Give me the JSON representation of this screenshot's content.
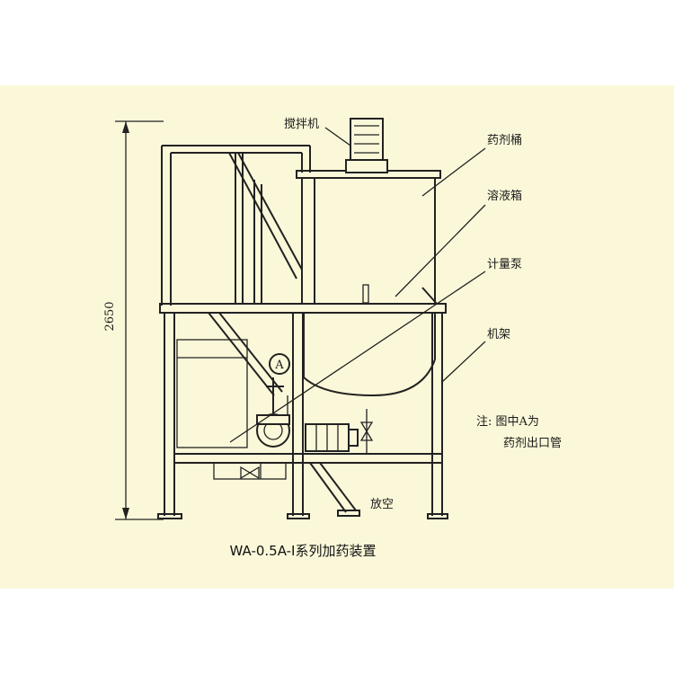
{
  "figure": {
    "labels": {
      "mixer": "搅拌机",
      "chemical_tank": "药剂桶",
      "solution_tank": "溶液箱",
      "metering_pump": "计量泵",
      "frame": "机架",
      "note_line1": "注:  图中A为",
      "note_line2": "药剂出口管",
      "drain": "放空",
      "marker_a": "A"
    },
    "dimension": "2650",
    "caption": "WA-0.5A-I系列加药装置"
  }
}
